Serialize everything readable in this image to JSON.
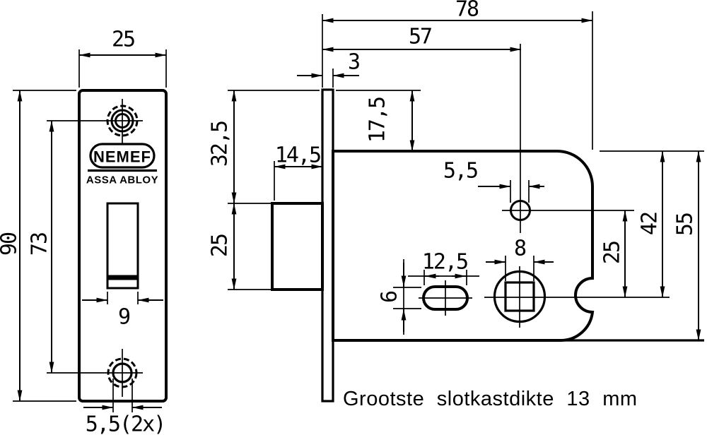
{
  "brand": {
    "name": "NEMEF",
    "group": "ASSA ABLOY"
  },
  "note": "Grootste slotkastdikte 13 mm",
  "front_view": {
    "plate_width": "25",
    "plate_height": "90",
    "hole_centers": "73",
    "latch_slot_width": "9",
    "screw_holes": "5,5(2x)"
  },
  "side_view": {
    "case_depth": "78",
    "backset": "57",
    "faceplate_thickness": "3",
    "top_offset": "17,5",
    "latch_top_offset": "32,5",
    "latch_span": "25",
    "latch_depth": "14,5",
    "screw_hole_dia": "5,5",
    "spindle_square": "8",
    "slot_width": "12,5",
    "slot_height": "6",
    "screw_to_spindle": "25",
    "top_to_spindle": "42",
    "case_height": "55"
  }
}
